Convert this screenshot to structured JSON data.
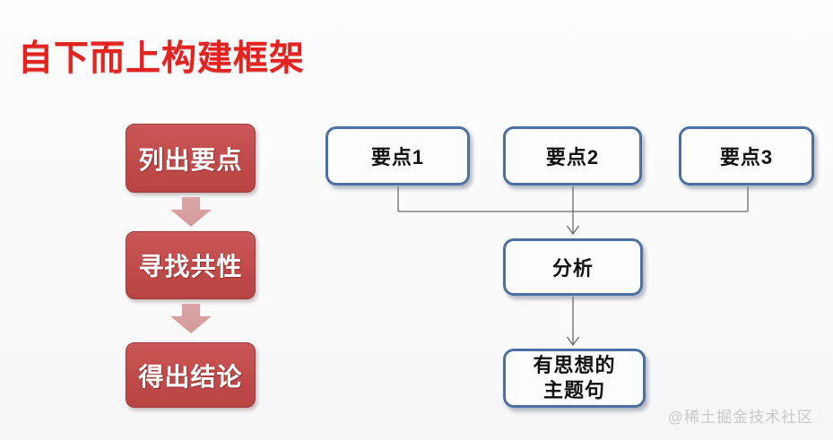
{
  "title": {
    "text": "自下而上构建框架"
  },
  "left_flow": {
    "steps": [
      {
        "label": "列出要点"
      },
      {
        "label": "寻找共性"
      },
      {
        "label": "得出结论"
      }
    ]
  },
  "right_flow": {
    "points": [
      {
        "label": "要点1"
      },
      {
        "label": "要点2"
      },
      {
        "label": "要点3"
      }
    ],
    "analysis": {
      "label": "分析"
    },
    "conclusion": {
      "label": "有思想的主题句"
    }
  },
  "watermark": {
    "text": "@稀土掘金技术社区"
  },
  "colors": {
    "title_red": "#e32320",
    "box_red": "#c04b4b",
    "arrow_pink": "#d8a0a0",
    "border_blue": "#4b70a1",
    "line_gray": "#6b6b6b",
    "watermark_gray": "#c9c9c9"
  }
}
